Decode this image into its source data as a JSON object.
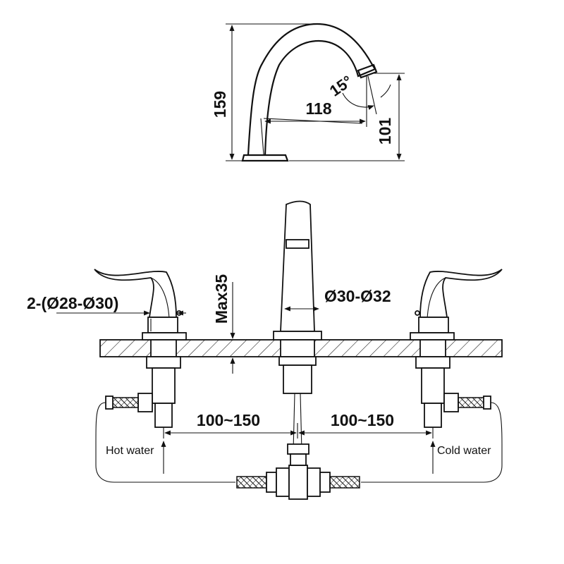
{
  "side_view": {
    "height_total": "159",
    "reach": "118",
    "spout_height": "101",
    "angle": "15°"
  },
  "front_view": {
    "handle_hole": "2-(Ø28-Ø30)",
    "max_thickness": "Max35",
    "spout_hole": "Ø30-Ø32",
    "spacing_left": "100~150",
    "spacing_right": "100~150",
    "hot_label": "Hot water",
    "cold_label": "Cold water"
  }
}
